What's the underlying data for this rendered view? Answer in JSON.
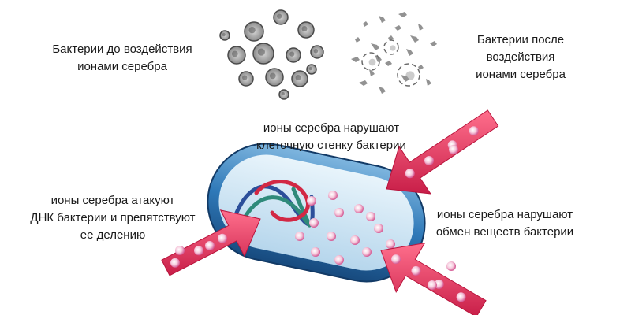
{
  "labels": {
    "before_exposure": "Бактерии до воздействия\nионами серебра",
    "after_exposure": "Бактерии после\nвоздействия\nионами серебра",
    "cell_wall": "ионы серебра нарушают\nклеточную стенку бактерии",
    "dna_attack": "ионы серебра атакуют\nДНК бактерии и препятствуют\nее делению",
    "metabolism": "ионы серебра нарушают\nобмен веществ бактерии"
  },
  "colors": {
    "arrow": "#e8345a",
    "arrow_dark": "#b8143c",
    "ion": "#f6c9dc",
    "ion_core": "#d45a94",
    "cell_outer": "#2f79b8",
    "cell_inner": "#cfe6f5",
    "dna_red": "#d22844",
    "dna_teal": "#2f8a7a",
    "dna_blue": "#2c4f9a",
    "micrograph": "#6e6e6e"
  },
  "icons": {
    "before": "intact-bacteria-micrograph-icon",
    "after": "destroyed-bacteria-micrograph-icon",
    "cell": "bacterium-cell-icon",
    "arrow": "silver-ion-arrow-icon"
  }
}
